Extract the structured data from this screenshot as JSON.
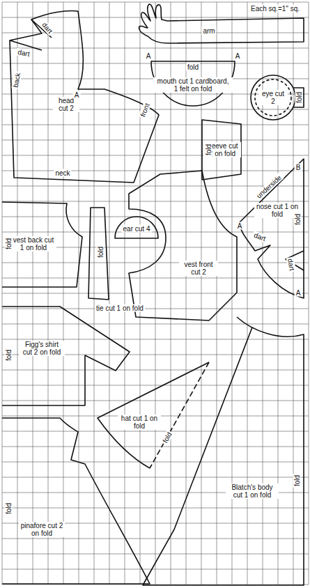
{
  "diagram": {
    "labels": [
      "Each sq.=1\" sq.",
      "arm",
      "dart",
      "dart",
      "back",
      "head cut 2",
      "front",
      "A",
      "neck",
      "A",
      "fold",
      "A",
      "mouth cut 1 cardboard, 1 felt on fold",
      "eye cut 2",
      "fold",
      "sleeve cut 2 on fold",
      "fold",
      "B",
      "underside",
      "nose cut 1 on fold",
      "A",
      "dart",
      "dart",
      "fold",
      "A",
      "vest back cut 1 on fold",
      "fold",
      "ear cut 4",
      "fold",
      "tie cut 1 on fold",
      "vest front cut 2",
      "Figg's shirt cut 2 on fold",
      "fold",
      "hat cut 1 on fold",
      "fold",
      "Blatch's body cut 1 on fold",
      "fold",
      "pinafore cut 2 on fold",
      "fold"
    ]
  }
}
